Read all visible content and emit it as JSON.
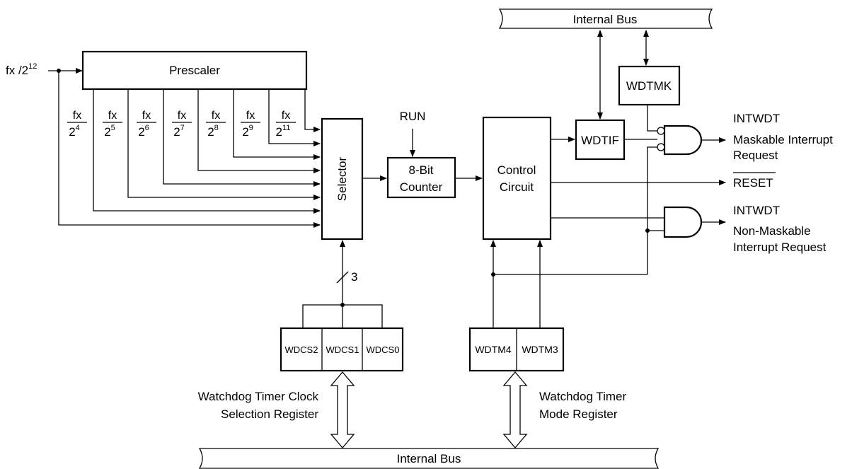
{
  "top_bus": {
    "label": "Internal Bus"
  },
  "bottom_bus": {
    "label": "Internal Bus"
  },
  "input": {
    "label": "fx /2",
    "exponent": "12"
  },
  "prescaler": {
    "label": "Prescaler"
  },
  "taps": [
    {
      "num": "fx",
      "base": "2",
      "exp": "4"
    },
    {
      "num": "fx",
      "base": "2",
      "exp": "5"
    },
    {
      "num": "fx",
      "base": "2",
      "exp": "6"
    },
    {
      "num": "fx",
      "base": "2",
      "exp": "7"
    },
    {
      "num": "fx",
      "base": "2",
      "exp": "8"
    },
    {
      "num": "fx",
      "base": "2",
      "exp": "9"
    },
    {
      "num": "fx",
      "base": "2",
      "exp": "11"
    }
  ],
  "selector": {
    "label": "Selector"
  },
  "run": {
    "label": "RUN"
  },
  "counter": {
    "line1": "8-Bit",
    "line2": "Counter"
  },
  "control": {
    "line1": "Control",
    "line2": "Circuit"
  },
  "wdtif": {
    "label": "WDTIF"
  },
  "wdtmk": {
    "label": "WDTMK"
  },
  "reset": {
    "label": "RESET"
  },
  "maskable": {
    "line1": "INTWDT",
    "line2": "Maskable Interrupt",
    "line3": "Request"
  },
  "nonmaskable": {
    "line1": "INTWDT",
    "line2": "Non-Maskable",
    "line3": "Interrupt Request"
  },
  "bus_width": {
    "label": "3"
  },
  "wdcs": {
    "cells": [
      "WDCS2",
      "WDCS1",
      "WDCS0"
    ],
    "line1": "Watchdog Timer Clock",
    "line2": "Selection Register"
  },
  "wdtm": {
    "cells": [
      "WDTM4",
      "WDTM3"
    ],
    "line1": "Watchdog Timer",
    "line2": "Mode Register"
  }
}
